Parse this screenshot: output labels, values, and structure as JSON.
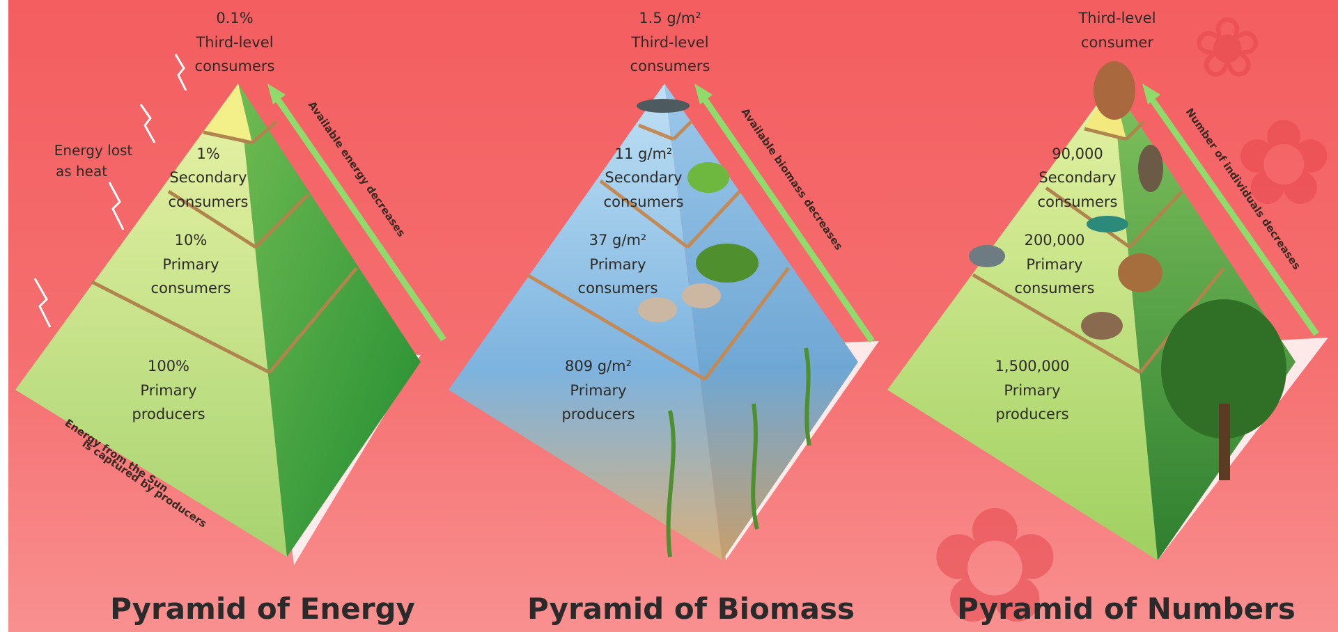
{
  "colors": {
    "background": "#f45e60",
    "energy_left_face": "#b7dc80",
    "energy_right_face": "#2f9c3a",
    "biomass_water": "#7fb4e2",
    "biomass_sand": "#d9b180",
    "numbers_left_face": "#b8de7c",
    "numbers_right_face": "#3f8f3a",
    "band_line": "#c48a55",
    "arrow_green": "#8fdc6c"
  },
  "energy": {
    "title": "Pyramid of Energy",
    "apex_value": "0.1%",
    "apex_label_1": "Third-level",
    "apex_label_2": "consumers",
    "lvl3_value": "1%",
    "lvl3_label_1": "Secondary",
    "lvl3_label_2": "consumers",
    "lvl2_value": "10%",
    "lvl2_label_1": "Primary",
    "lvl2_label_2": "consumers",
    "lvl1_value": "100%",
    "lvl1_label_1": "Primary",
    "lvl1_label_2": "producers",
    "lost_label_1": "Energy lost",
    "lost_label_2": "as heat",
    "side_text": "Available energy decreases",
    "base_text_1": "Energy from the Sun",
    "base_text_2": "is captured by producers"
  },
  "biomass": {
    "title": "Pyramid of Biomass",
    "apex_value": "1.5 g/m²",
    "apex_label_1": "Third-level",
    "apex_label_2": "consumers",
    "lvl3_value": "11 g/m²",
    "lvl3_label_1": "Secondary",
    "lvl3_label_2": "consumers",
    "lvl2_value": "37 g/m²",
    "lvl2_label_1": "Primary",
    "lvl2_label_2": "consumers",
    "lvl1_value": "809 g/m²",
    "lvl1_label_1": "Primary",
    "lvl1_label_2": "producers",
    "side_text": "Available biomass decreases"
  },
  "numbers": {
    "title": "Pyramid of Numbers",
    "apex_label_1": "Third-level",
    "apex_label_2": "consumer",
    "lvl3_value": "90,000",
    "lvl3_label_1": "Secondary",
    "lvl3_label_2": "consumers",
    "lvl2_value": "200,000",
    "lvl2_label_1": "Primary",
    "lvl2_label_2": "consumers",
    "lvl1_value": "1,500,000",
    "lvl1_label_1": "Primary",
    "lvl1_label_2": "producers",
    "side_text": "Number of individuals decreases"
  }
}
